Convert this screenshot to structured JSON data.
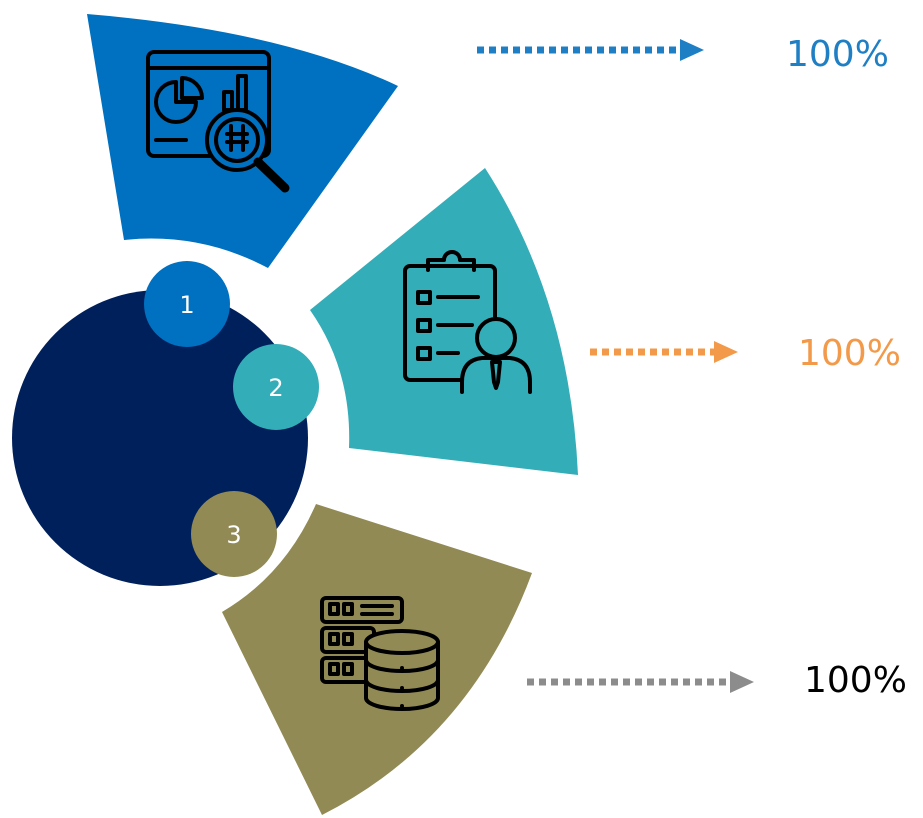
{
  "colors": {
    "navy": "#00205B",
    "blue": "#0070C0",
    "teal": "#33ADB8",
    "olive": "#918A54",
    "orange": "#F39A4A",
    "gray": "#8C8C8C",
    "black": "#000000",
    "white": "#FFFFFF"
  },
  "items": [
    {
      "number": "1",
      "icon": "dashboard-analytics-icon",
      "value": "100%",
      "fill": "#0070C0",
      "arrow": "#1F7FC4",
      "text": "#1F7FC4"
    },
    {
      "number": "2",
      "icon": "clipboard-person-icon",
      "value": "100%",
      "fill": "#33ADB8",
      "arrow": "#F39A4A",
      "text": "#F39A4A"
    },
    {
      "number": "3",
      "icon": "server-database-icon",
      "value": "100%",
      "fill": "#918A54",
      "arrow": "#8C8C8C",
      "text": "#000000"
    }
  ]
}
